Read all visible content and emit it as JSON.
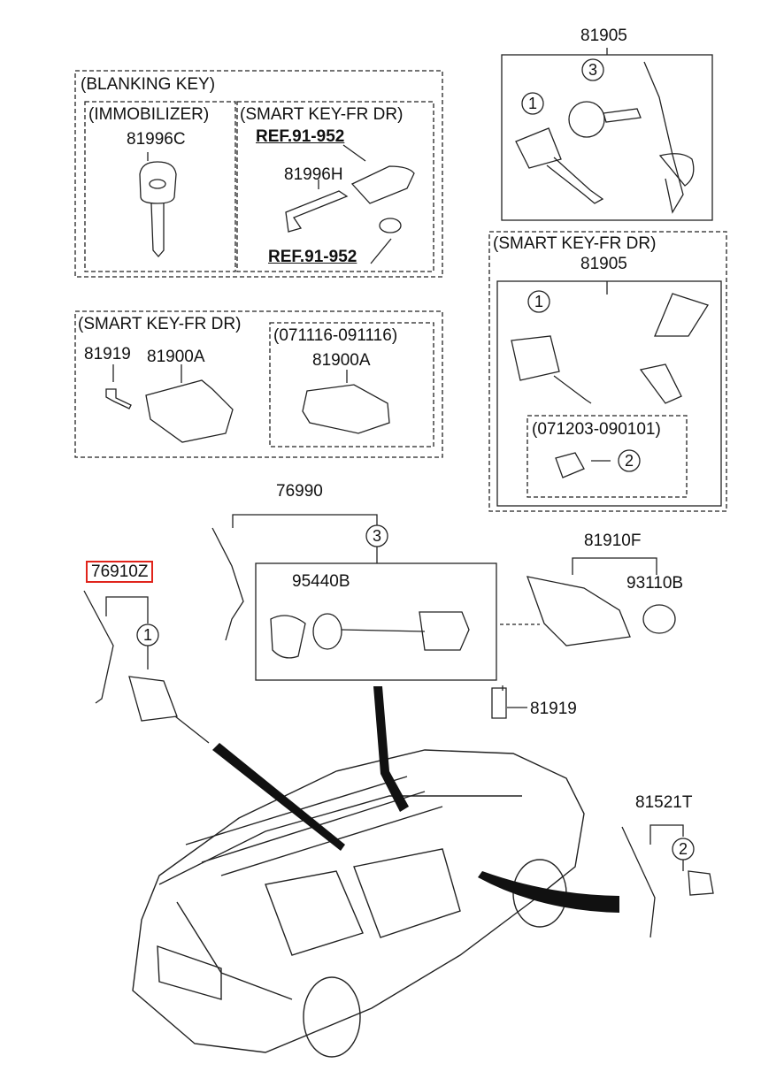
{
  "groups": {
    "blanking_key": "(BLANKING KEY)",
    "immobilizer": "(IMMOBILIZER)",
    "smart_key_fr_dr_1": "(SMART KEY-FR DR)",
    "smart_key_fr_dr_2": "(SMART KEY-FR DR)",
    "smart_key_fr_dr_3": "(SMART KEY-FR DR)",
    "period_1": "(071116-091116)",
    "period_2": "(071203-090101)"
  },
  "parts": {
    "p81996C": "81996C",
    "p81996H": "81996H",
    "ref1": "REF.91-952",
    "ref2": "REF.91-952",
    "p81905_top": "81905",
    "p81905_smart": "81905",
    "p81919_a": "81919",
    "p81900A_a": "81900A",
    "p81900A_b": "81900A",
    "p76990": "76990",
    "p76910Z": "76910Z",
    "p95440B": "95440B",
    "p81910F": "81910F",
    "p93110B": "93110B",
    "p81919_b": "81919",
    "p81521T": "81521T"
  },
  "callouts": {
    "c1_top": "1",
    "c3_top": "3",
    "c1_smart": "1",
    "c2_smart": "2",
    "c3_mid": "3",
    "c1_left": "1",
    "c2_right": "2"
  },
  "highlight_color": "#e0241b"
}
